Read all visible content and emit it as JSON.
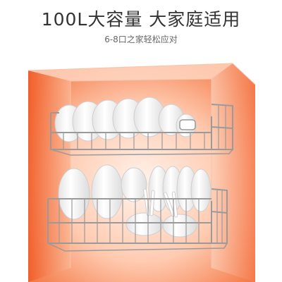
{
  "headline": "100L大容量 大家庭适用",
  "subline": "6-8口之家轻松应对",
  "colors": {
    "glow": "#f26b3a",
    "glow_soft": "#ffd9c6",
    "rack_metal": "#9a9a9a",
    "dish": "#f7f7f7",
    "text_dark": "#333333",
    "text_light": "#666666"
  },
  "illustration": {
    "cabinet": "orange-glow-box",
    "racks": [
      "upper-rack",
      "lower-rack"
    ],
    "upper_rack_content": "bowls",
    "lower_rack_content": "bowls-plates-spoons"
  }
}
